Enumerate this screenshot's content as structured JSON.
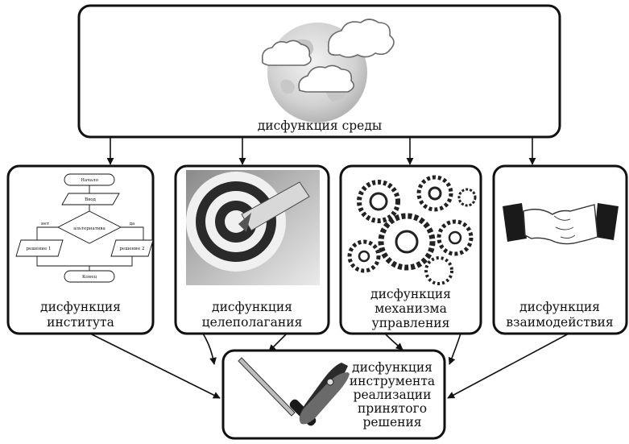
{
  "environment": {
    "label": "дисфункция   среды"
  },
  "boxes": [
    {
      "lines": [
        "дисфункция",
        "института"
      ]
    },
    {
      "lines": [
        "дисфункция",
        "целеполагания"
      ]
    },
    {
      "lines": [
        "дисфункция",
        "механизма",
        "управления"
      ]
    },
    {
      "lines": [
        "дисфункция",
        "взаимодействия"
      ]
    }
  ],
  "tool": {
    "lines": [
      "дисфункция",
      "инструмента",
      "реализации",
      "принятого",
      "решения"
    ]
  },
  "flowchart": {
    "start": "Начало",
    "input": "Ввод",
    "decision": "альтернатива",
    "no": "нет",
    "yes": "да",
    "left": "решение 1",
    "right": "решение 2",
    "end": "Конец"
  }
}
